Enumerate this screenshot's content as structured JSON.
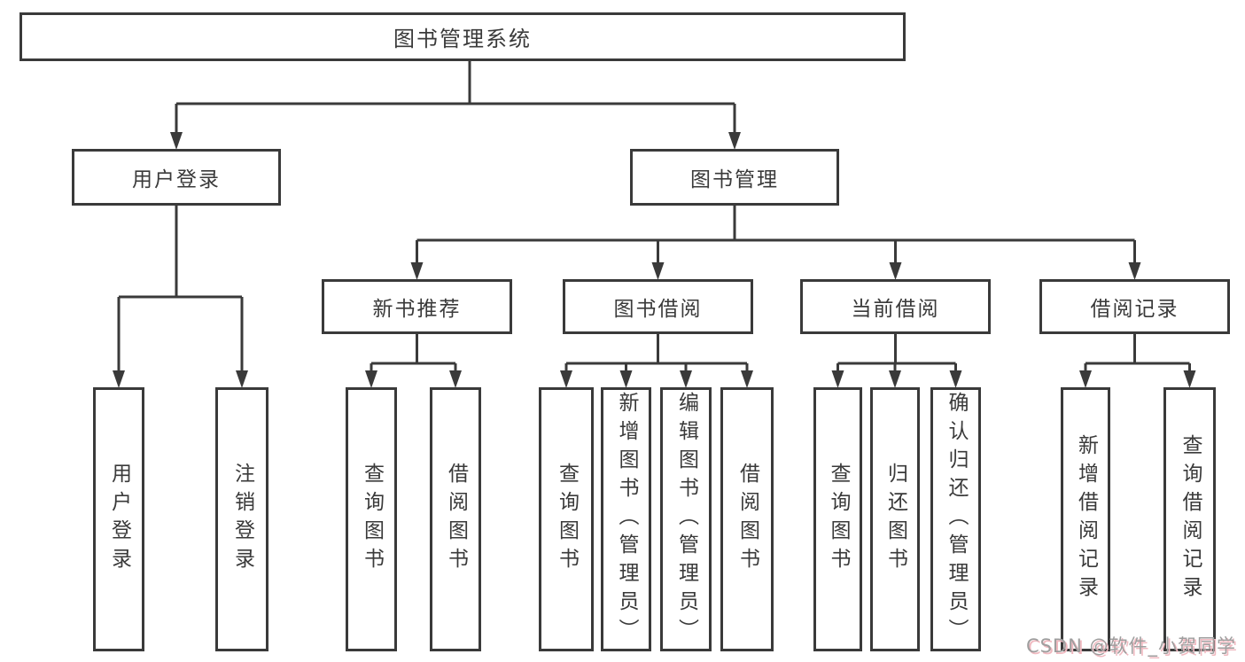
{
  "tree": {
    "label": "图书管理系统",
    "children": [
      {
        "label": "用户登录",
        "children": [
          {
            "label": "用户登录"
          },
          {
            "label": "注销登录"
          }
        ]
      },
      {
        "label": "图书管理",
        "children": [
          {
            "label": "新书推荐",
            "children": [
              {
                "label": "查询图书"
              },
              {
                "label": "借阅图书"
              }
            ]
          },
          {
            "label": "图书借阅",
            "children": [
              {
                "label": "查询图书"
              },
              {
                "label": "新增图书（管理员）"
              },
              {
                "label": "编辑图书（管理员）"
              },
              {
                "label": "借阅图书"
              }
            ]
          },
          {
            "label": "当前借阅",
            "children": [
              {
                "label": "查询图书"
              },
              {
                "label": "归还图书"
              },
              {
                "label": "确认归还（管理员）"
              }
            ]
          },
          {
            "label": "借阅记录",
            "children": [
              {
                "label": "新增借阅记录"
              },
              {
                "label": "查询借阅记录"
              }
            ]
          }
        ]
      }
    ]
  },
  "watermark": {
    "text": "CSDN @软件_小贺同学"
  },
  "colors": {
    "line": "#3a3a3a",
    "text": "#3a3a3a",
    "box_background": "#ffffff",
    "page_background": "#ffffff",
    "watermark_text": "#9e9e9e",
    "watermark_shadow": "#f0b9c0"
  }
}
